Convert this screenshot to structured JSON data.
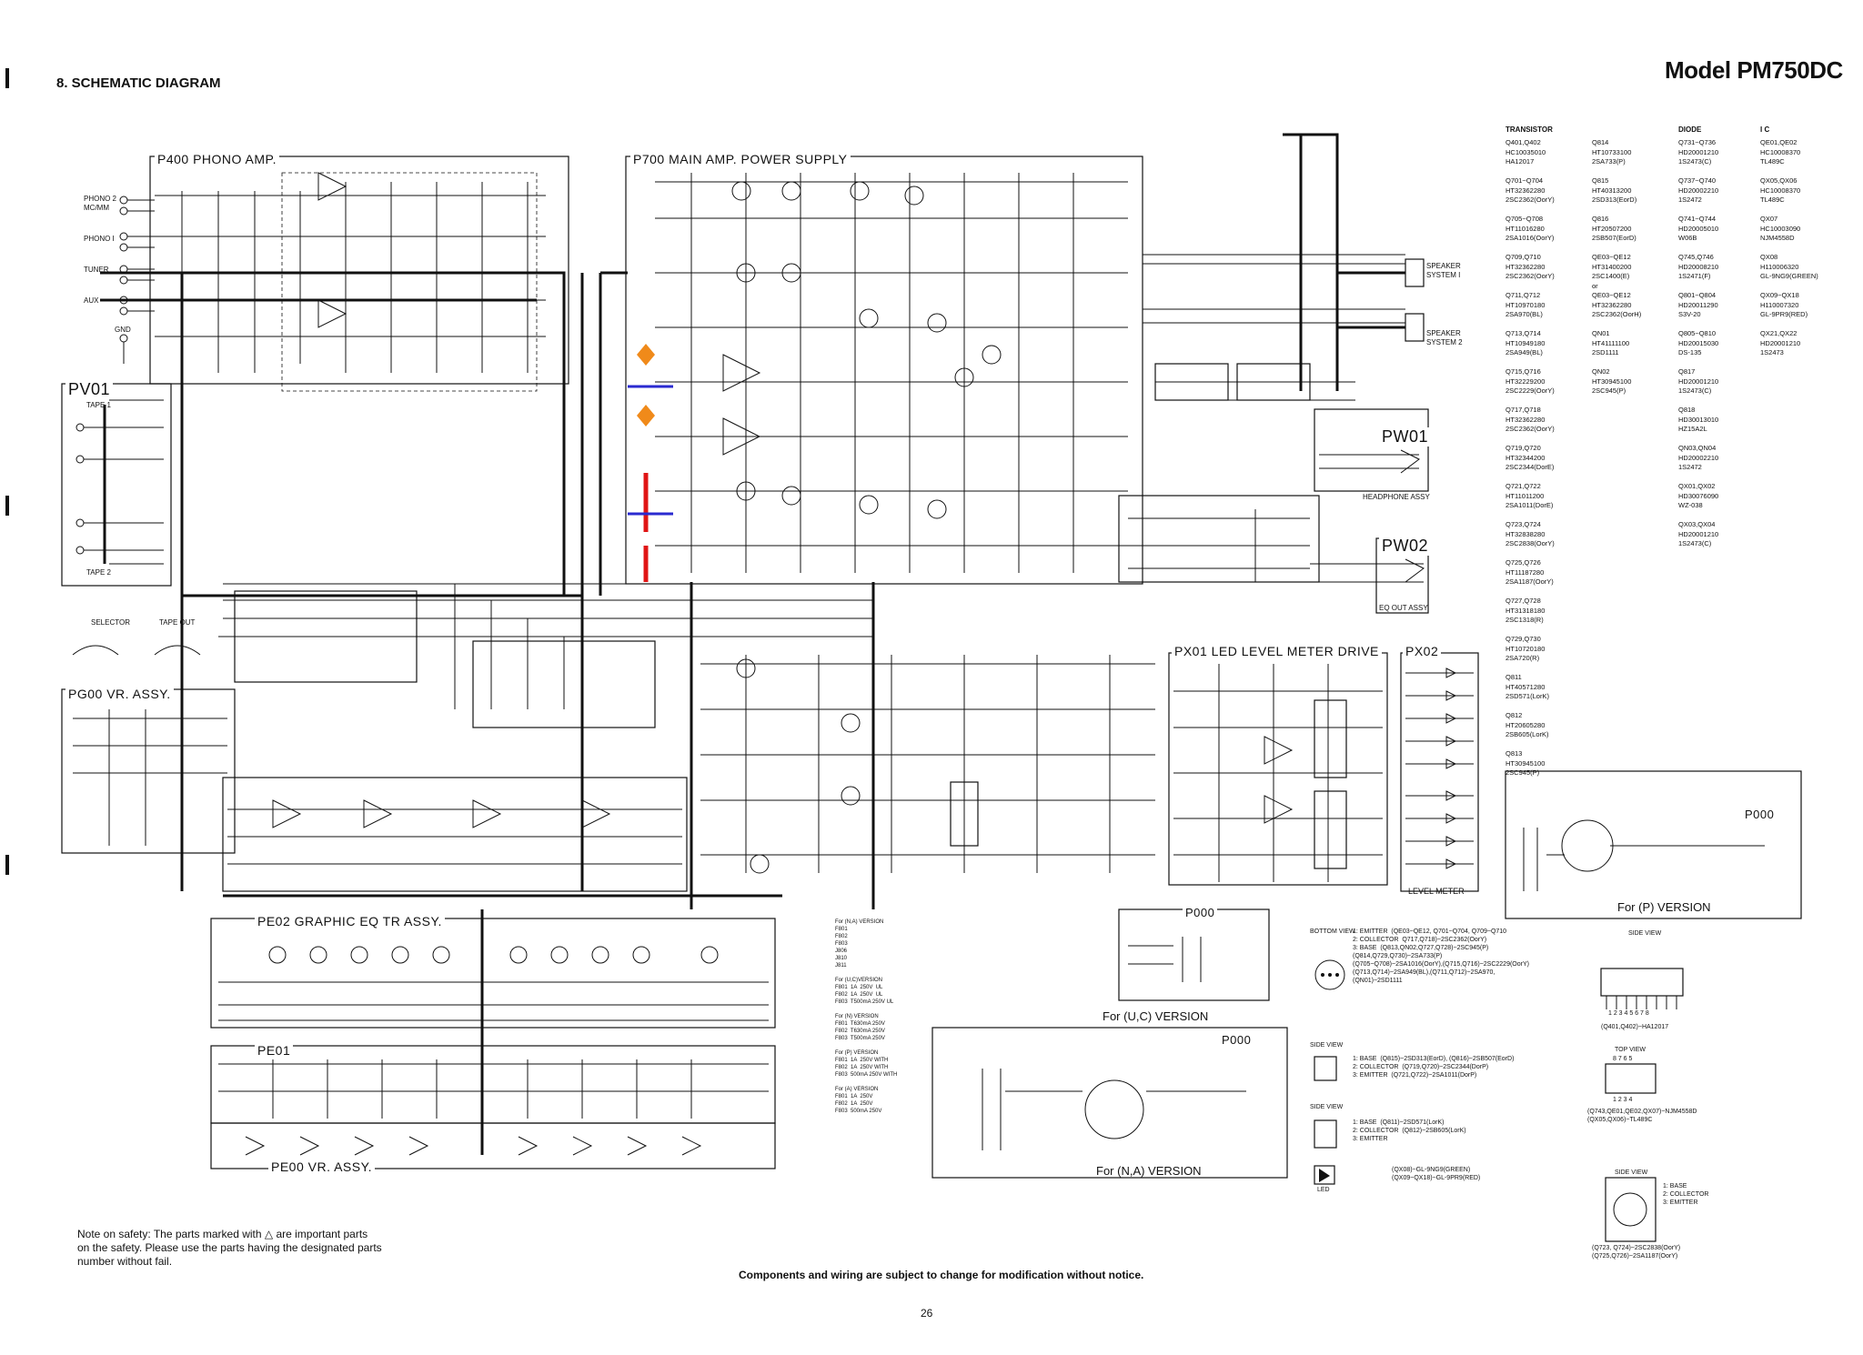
{
  "header": {
    "section_title": "8. SCHEMATIC DIAGRAM",
    "model_label": "Model PM750DC"
  },
  "blocks": {
    "p400": "P400 PHONO AMP.",
    "p700": "P700 MAIN AMP. POWER SUPPLY",
    "pv01": "PV01",
    "pw01": "PW01",
    "pw02": "PW02",
    "px01": "PX01 LED LEVEL METER DRIVE",
    "px02": "PX02",
    "pg00": "PG00 VR. ASSY.",
    "pe02": "PE02 GRAPHIC EQ TR ASSY.",
    "pe01": "PE01",
    "pe00": "PE00 VR. ASSY.",
    "p000_a": "P000",
    "p000_b": "P000",
    "p000_c": "P000",
    "level_meter": "LEVEL METER",
    "headphone_assy": "HEADPHONE ASSY",
    "eq_out_assy": "EQ OUT ASSY"
  },
  "inputs": {
    "phono2": "PHONO 2 MC/MM",
    "phono1": "PHONO I",
    "tuner": "TUNER",
    "aux": "AUX",
    "gnd": "GND",
    "tape1": "TAPE 1",
    "tape2": "TAPE 2",
    "selector": "SELECTOR",
    "tape_out": "TAPE OUT",
    "speaker1": "SPEAKER SYSTEM I",
    "speaker2": "SPEAKER SYSTEM 2"
  },
  "versions": {
    "uc": "For (U,C) VERSION",
    "na": "For (N,A) VERSION",
    "p": "For (P) VERSION"
  },
  "parts_table": {
    "transistor_header": "TRANSISTOR",
    "diode_header": "DIODE",
    "ic_header": "I C",
    "transistor_col1": "Q401,Q402\nHC10035010\nHA12017\n\nQ701~Q704\nHT32362280\n2SC2362(OorY)\n\nQ705~Q708\nHT11016280\n2SA1016(OorY)\n\nQ709,Q710\nHT32362280\n2SC2362(OorY)\n\nQ711,Q712\nHT10970180\n2SA970(BL)\n\nQ713,Q714\nHT10949180\n2SA949(BL)\n\nQ715,Q716\nHT32229200\n2SC2229(OorY)\n\nQ717,Q718\nHT32362280\n2SC2362(OorY)\n\nQ719,Q720\nHT32344200\n2SC2344(DorE)\n\nQ721,Q722\nHT11011200\n2SA1011(DorE)\n\nQ723,Q724\nHT32838280\n2SC2838(OorY)\n\nQ725,Q726\nHT11187280\n2SA1187(OorY)\n\nQ727,Q728\nHT31318180\n2SC1318(R)\n\nQ729,Q730\nHT10720180\n2SA720(R)\n\nQ811\nHT40571280\n2SD571(LorK)\n\nQ812\nHT20605280\n2SB605(LorK)\n\nQ813\nHT30945100\n2SC945(P)",
    "transistor_col2": "Q814\nHT10733100\n2SA733(P)\n\nQ815\nHT40313200\n2SD313(EorD)\n\nQ816\nHT20507200\n2SB507(EorD)\n\nQE03~QE12\nHT31400200\n2SC1400(E)\nor\nQE03~QE12\nHT32362280\n2SC2362(OorH)\n\nQN01\nHT41111100\n2SD1111\n\nQN02\nHT30945100\n2SC945(P)",
    "diode_col": "Q731~Q736\nHD20001210\n1S2473(C)\n\nQ737~Q740\nHD20002210\n1S2472\n\nQ741~Q744\nHD20005010\nW06B\n\nQ745,Q746\nHD20008210\n1S2471(F)\n\nQ801~Q804\nHD20011290\nS3V-20\n\nQ805~Q810\nHD20015030\nDS-135\n\nQ817\nHD20001210\n1S2473(C)\n\nQ818\nHD30013010\nHZ15A2L\n\nQN03,QN04\nHD20002210\n1S2472\n\nQX01,QX02\nHD30076090\nWZ-038\n\nQX03,QX04\nHD20001210\n1S2473(C)",
    "ic_col": "QE01,QE02\nHC10008370\nTL489C\n\nQX05,QX06\nHC10008370\nTL489C\n\nQX07\nHC10003090\nNJM4558D\n\nQX08\nH110006320\nGL-9NG9(GREEN)\n\nQX09~QX18\nH110007320\nGL-9PR9(RED)\n\nQX21,QX22\nHD20001210\n1S2473"
  },
  "pinouts": {
    "bottom_view": "BOTTOM VIEW",
    "side_view": "SIDE VIEW",
    "top_view": "TOP VIEW",
    "led": "LED",
    "ebc_text": "1: EMITTER  (QE03~QE12, Q701~Q704, Q709~Q710\n2: COLLECTOR  Q717,Q718)~2SC2362(OorY)\n3: BASE  (Q813,QN02,Q727,Q728)~2SC945(P)\n(Q814,Q729,Q730)~2SA733(P)\n(Q705~Q708)~2SA1016(OorY),(Q715,Q716)~2SC2229(OorY)\n(Q713,Q714)~2SA949(BL),(Q711,Q712)~2SA970,\n(QN01)~2SD1111",
    "bce_text_1": "1: BASE  (Q815)~2SD313(EorD), (Q816)~2SB507(EorD)\n2: COLLECTOR  (Q719,Q720)~2SC2344(DorP)\n3: EMITTER  (Q721,Q722)~2SA1011(DorP)",
    "bce_text_2": "1: BASE  (Q811)~2SD571(LorK)\n2: COLLECTOR  (Q812)~2SB605(LorK)\n3: EMITTER",
    "led_text": "(QX08)~GL-9NG9(GREEN)\n(QX09~QX18)~GL-9PR9(RED)",
    "ha12017": "(Q401,Q402)~HA12017",
    "njm4558": "(Q743,QE01,QE02,QX07)~NJM4558D\n(QX05,QX06)~TL489C",
    "to3_text": "1: BASE\n2: COLLECTOR\n3: EMITTER",
    "to3_parts": "(Q723, Q724)~2SC2838(OorY)\n(Q725,Q726)~2SA1187(OorY)",
    "pins_top": "8  7  6  5",
    "pins_bottom": "1  2  3  4",
    "sil_pins": "1 2 3 4 5 6 7 8"
  },
  "fuse_note": {
    "lines": "For (N,A) VERSION\nF801\nF802\nF803\nJ806\nJ810\nJ811\n\nFor (U,C)VERSION\nF801  1A  250V  UL\nF802  1A  250V  UL\nF803  T500mA 250V UL\n\nFor (N) VERSION\nF801  T630mA 250V\nF802  T630mA 250V\nF803  T500mA 250V\n\nFor (P) VERSION\nF801  1A  250V WITH\nF802  1A  250V WITH\nF803  500mA 250V WITH\n\nFor (A) VERSION\nF801  1A  250V\nF802  1A  250V\nF803  500mA 250V"
  },
  "safety_note": {
    "text": "Note on safety: The parts marked with △ are important parts on the safety. Please use the parts having the designated parts number without fail."
  },
  "footer": {
    "disclaimer": "Components and wiring are subject to change for modification without notice.",
    "page_number": "26"
  }
}
